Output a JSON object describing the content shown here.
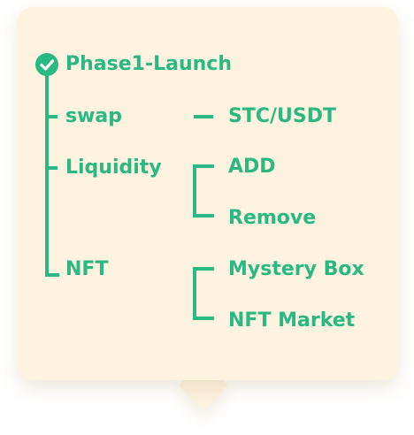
{
  "roadmap": {
    "phase": "Phase1-Launch",
    "items": [
      {
        "label": "swap",
        "children": [
          "STC/USDT"
        ]
      },
      {
        "label": "Liquidity",
        "children": [
          "ADD",
          "Remove"
        ]
      },
      {
        "label": "NFT",
        "children": [
          "Mystery Box",
          "NFT Market"
        ]
      }
    ]
  },
  "colors": {
    "accent": "#2ab883",
    "card_bg": "#fdf3df"
  },
  "icons": {
    "phase_status": "check-circle-icon"
  }
}
